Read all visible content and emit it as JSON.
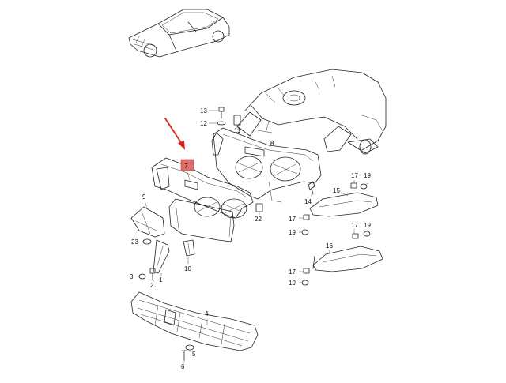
{
  "diagram": {
    "highlight_color": "#e07070",
    "arrow_color": "#d9261c",
    "line_color": "#222222",
    "labels": {
      "p1": "1",
      "p2": "2",
      "p3": "3",
      "p4": "4",
      "p5": "5",
      "p6": "6",
      "p7": "7",
      "p8": "8",
      "p9": "9",
      "p10": "10",
      "p11": "11",
      "p12": "12",
      "p13": "13",
      "p14": "14",
      "p15": "15",
      "p16": "16",
      "p17a": "17",
      "p17b": "17",
      "p17c": "17",
      "p17d": "17",
      "p19a": "19",
      "p19b": "19",
      "p19c": "19",
      "p19d": "19",
      "p22": "22",
      "p23": "23"
    }
  }
}
